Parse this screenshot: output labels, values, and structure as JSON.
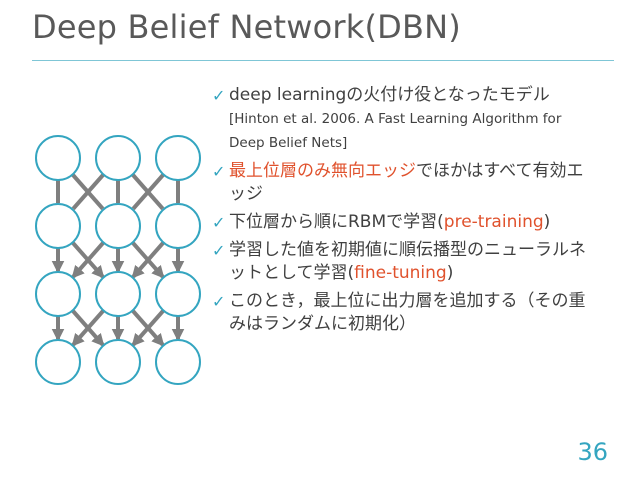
{
  "slide": {
    "title": "Deep Belief Network(DBN)",
    "page_number": "36"
  },
  "colors": {
    "accent": "#34a5c0",
    "highlight": "#e0522d",
    "arrow": "#7f7f7f",
    "text": "#404040"
  },
  "icons": {
    "bullet": "check-icon"
  },
  "bullets": [
    {
      "check": "✓",
      "text": "deep learningの火付け役となったモデル",
      "citation": "[Hinton et al. 2006. A Fast Learning Algorithm for Deep Belief Nets]"
    },
    {
      "check": "✓",
      "highlight": "最上位層のみ無向エッジ",
      "text_after": "でほかはすべて有効エッジ"
    },
    {
      "check": "✓",
      "text_before": "下位層から順にRBMで学習(",
      "term": "pre-training",
      "text_after": ")"
    },
    {
      "check": "✓",
      "text_before": "学習した値を初期値に順伝播型のニューラルネットとして学習(",
      "term": "fine-tuning",
      "text_after": ")"
    },
    {
      "check": "✓",
      "text": "このとき，最上位に出力層を追加する（その重みはランダムに初期化）"
    }
  ],
  "diagram": {
    "layers": 4,
    "nodes_per_layer": 3
  }
}
